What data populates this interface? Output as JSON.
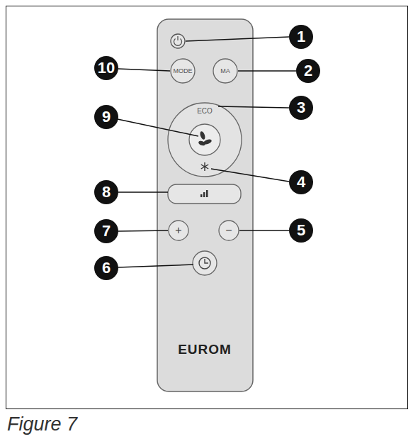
{
  "diagram": {
    "caption": "Figure 7",
    "labels": [
      "1",
      "2",
      "3",
      "4",
      "5",
      "6",
      "7",
      "8",
      "9",
      "10",
      "MODE",
      "MA",
      "ECO",
      "+",
      "−",
      "EUROM"
    ]
  }
}
